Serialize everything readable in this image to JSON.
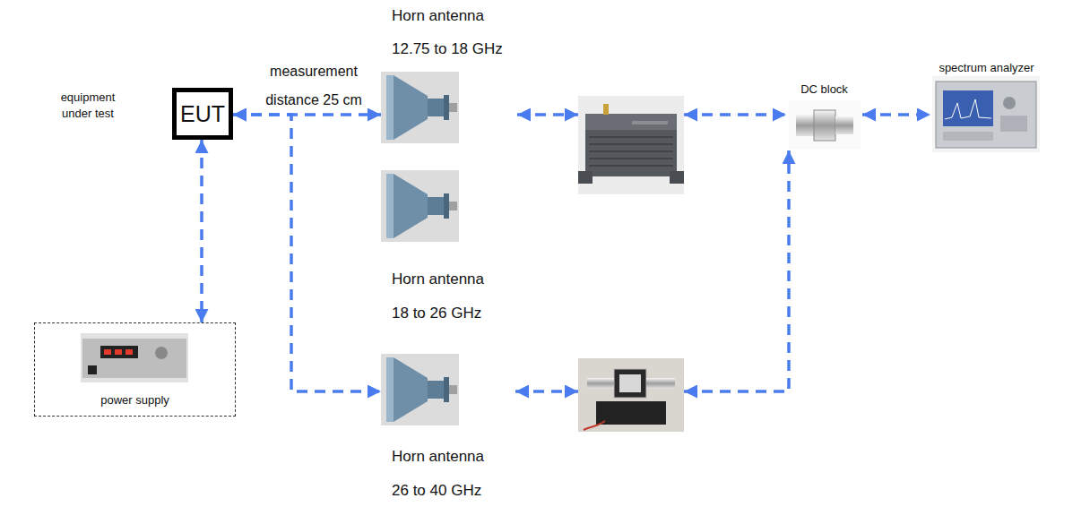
{
  "diagram": {
    "nodes": [
      {
        "text": [
          "EUT"
        ]
      },
      {
        "text": [
          "power supply"
        ]
      },
      {
        "text": [
          "Horn antenna",
          "12.75 to 18 GHz"
        ]
      },
      {
        "text": [
          "Horn antenna",
          "18 to 26 GHz"
        ]
      },
      {
        "text": [
          "Horn antenna",
          "26 to 40 GHz"
        ]
      },
      {
        "text": []
      },
      {
        "text": []
      },
      {
        "text": [
          "DC block"
        ]
      },
      {
        "text": [
          "spectrum analyzer"
        ]
      }
    ],
    "edges": [
      {
        "from": 0,
        "to": 2,
        "arrow": "both"
      },
      {
        "from": 0,
        "to": 4,
        "arrow": "both"
      },
      {
        "from": 0,
        "to": 1,
        "arrow": "both"
      },
      {
        "from": 2,
        "to": 5,
        "arrow": "both"
      },
      {
        "from": 4,
        "to": 6,
        "arrow": "both"
      },
      {
        "from": 5,
        "to": 7,
        "arrow": "both"
      },
      {
        "from": 6,
        "to": 7,
        "arrow": "both"
      },
      {
        "from": 7,
        "to": 8,
        "arrow": "both"
      }
    ],
    "labels": [
      "equipment under test",
      "measurement distance 25 cm"
    ]
  }
}
